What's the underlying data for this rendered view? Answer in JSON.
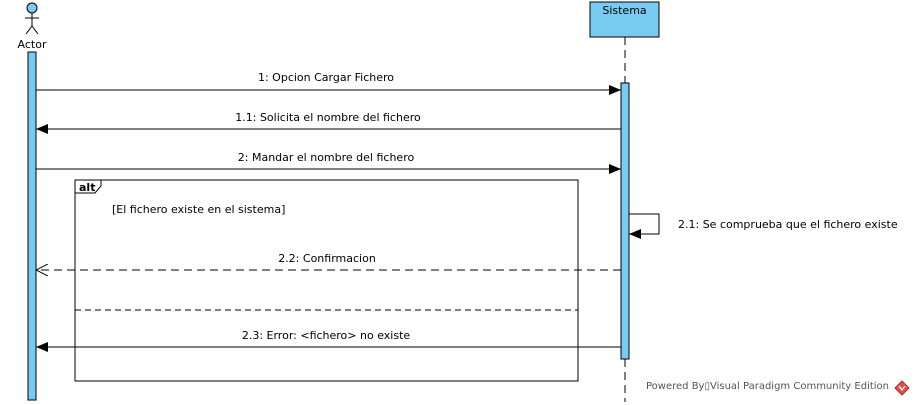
{
  "actor": {
    "label": "Actor"
  },
  "system": {
    "label": "Sistema"
  },
  "colors": {
    "lifeline_fill": "#78CCF2",
    "line": "#000000"
  },
  "messages": {
    "m1": "1: Opcion Cargar Fichero",
    "m1_1": "1.1: Solicita el nombre del fichero",
    "m2": "2: Mandar el nombre del fichero",
    "m2_1": "2.1: Se comprueba que el fichero existe",
    "m2_2": "2.2: Confirmacion",
    "m2_3": "2.3: Error: <fichero> no existe"
  },
  "fragment": {
    "operator": "alt",
    "guard": "[El fichero existe en el sistema]"
  },
  "watermark": "Powered By▯Visual Paradigm Community Edition"
}
